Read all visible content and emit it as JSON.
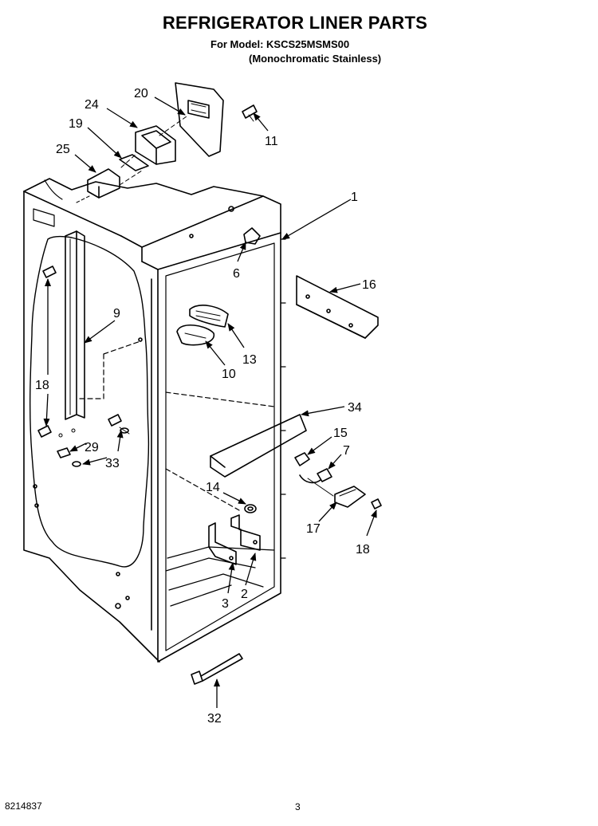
{
  "header": {
    "title": "REFRIGERATOR LINER PARTS",
    "model_line": "For Model: KSCS25MSMS00",
    "variant_line": "(Monochromatic Stainless)"
  },
  "callouts": {
    "c1": "1",
    "c2": "2",
    "c3": "3",
    "c6": "6",
    "c7": "7",
    "c9": "9",
    "c10": "10",
    "c11": "11",
    "c13": "13",
    "c14": "14",
    "c15": "15",
    "c16": "16",
    "c17": "17",
    "c18a": "18",
    "c18b": "18",
    "c19": "19",
    "c20": "20",
    "c24": "24",
    "c25": "25",
    "c29": "29",
    "c32": "32",
    "c33": "33",
    "c34": "34"
  },
  "footer": {
    "doc_code": "8214837",
    "page_number": "3"
  }
}
